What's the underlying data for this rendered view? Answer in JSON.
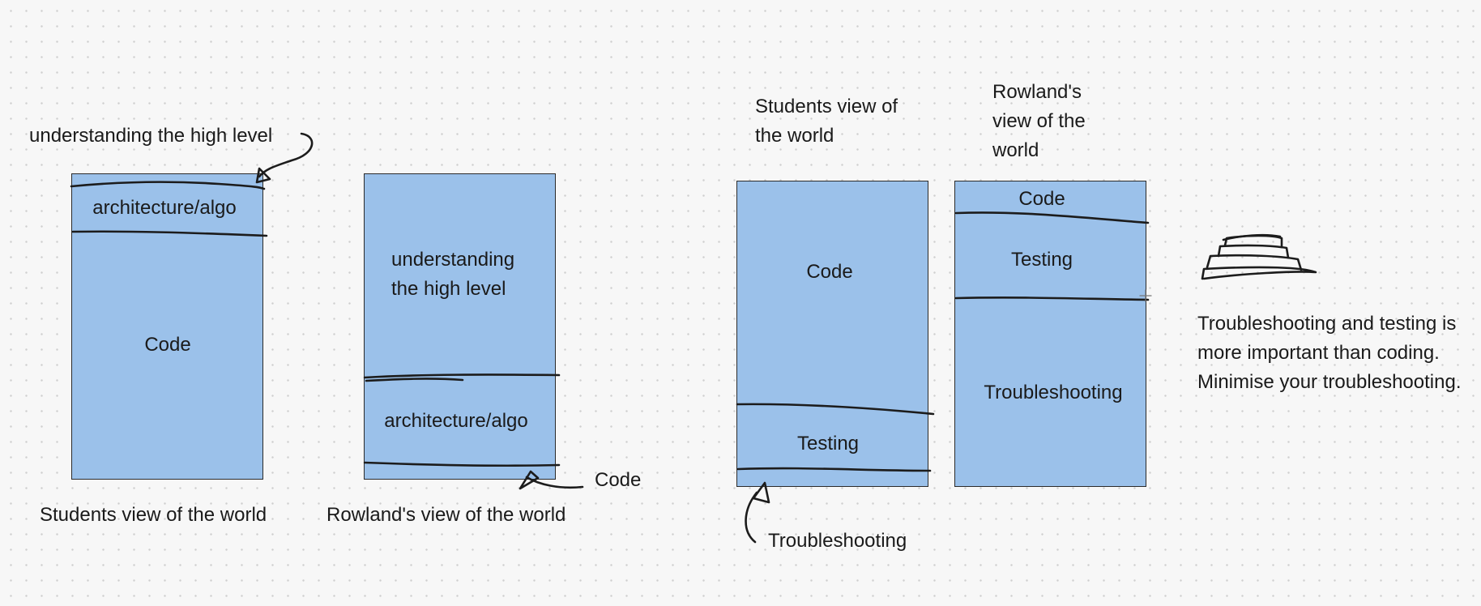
{
  "diagrams": [
    {
      "caption": "Students view of the world",
      "layers": [
        "architecture/algo",
        "Code"
      ],
      "callout": "understanding the high level"
    },
    {
      "caption": "Rowland's view of the world",
      "layers": [
        "understanding the high level",
        "architecture/algo"
      ],
      "callout": "Code"
    },
    {
      "caption": "Students view of the world",
      "layers": [
        "Code",
        "Testing"
      ],
      "callout": "Troubleshooting"
    },
    {
      "caption": "Rowland's view of the world",
      "layers": [
        "Code",
        "Testing",
        "Troubleshooting"
      ]
    }
  ],
  "note": "Troubleshooting and testing is more important than coding. Minimise your troubleshooting.",
  "colors": {
    "block_fill": "#9bc1ea",
    "ink": "#1c1c1c",
    "background": "#f7f7f7"
  }
}
